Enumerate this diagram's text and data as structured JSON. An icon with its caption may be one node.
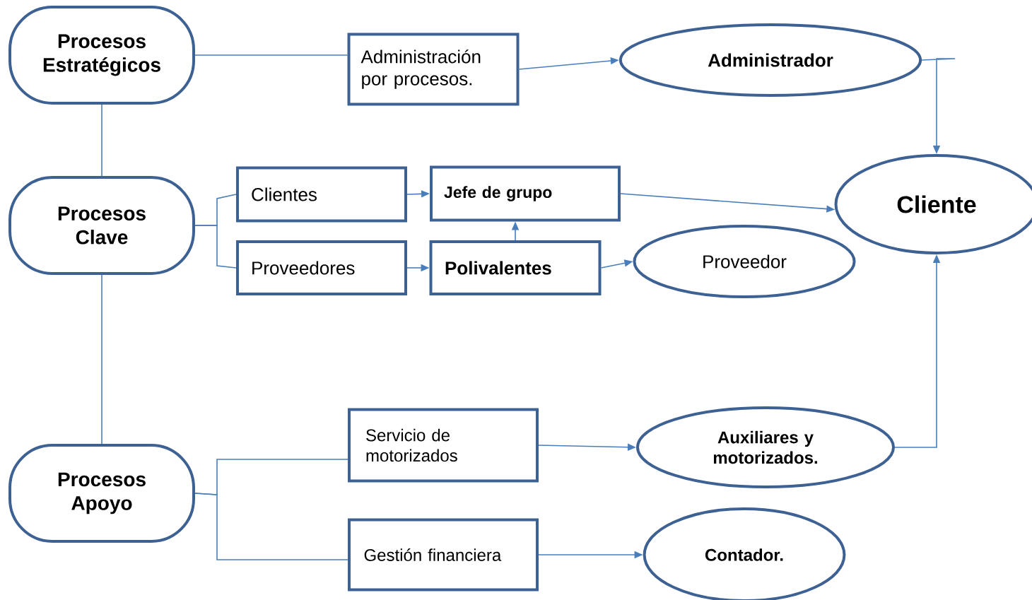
{
  "diagram": {
    "nodes": [
      {
        "text": [
          "Procesos Estratégicos"
        ]
      },
      {
        "text": [
          "Procesos Clave"
        ]
      },
      {
        "text": [
          "Procesos Apoyo"
        ]
      },
      {
        "text": [
          "Administración por procesos."
        ]
      },
      {
        "text": [
          "Administrador"
        ]
      },
      {
        "text": [
          "Clientes"
        ]
      },
      {
        "text": [
          "Jefe de grupo"
        ]
      },
      {
        "text": [
          "Proveedores"
        ]
      },
      {
        "text": [
          "Polivalentes"
        ]
      },
      {
        "text": [
          "Cliente"
        ]
      },
      {
        "text": [
          "Proveedor"
        ]
      },
      {
        "text": [
          "Servicio de motorizados"
        ]
      },
      {
        "text": [
          "Auxiliares y motorizados."
        ]
      },
      {
        "text": [
          "Gestión financiera"
        ]
      },
      {
        "text": [
          "Contador."
        ]
      }
    ],
    "edges": [
      {
        "from": 0,
        "to": 3,
        "arrow": "none"
      },
      {
        "from": 3,
        "to": 4,
        "arrow": "to"
      },
      {
        "from": 4,
        "to": 9,
        "arrow": "to"
      },
      {
        "from": 0,
        "to": 1,
        "arrow": "none"
      },
      {
        "from": 1,
        "to": 2,
        "arrow": "none"
      },
      {
        "from": 1,
        "to": 5,
        "arrow": "none"
      },
      {
        "from": 1,
        "to": 7,
        "arrow": "none"
      },
      {
        "from": 5,
        "to": 6,
        "arrow": "to"
      },
      {
        "from": 7,
        "to": 8,
        "arrow": "to"
      },
      {
        "from": 8,
        "to": 6,
        "arrow": "to"
      },
      {
        "from": 6,
        "to": 9,
        "arrow": "to"
      },
      {
        "from": 8,
        "to": 10,
        "arrow": "to"
      },
      {
        "from": 2,
        "to": 11,
        "arrow": "none"
      },
      {
        "from": 2,
        "to": 13,
        "arrow": "none"
      },
      {
        "from": 11,
        "to": 12,
        "arrow": "to"
      },
      {
        "from": 13,
        "to": 14,
        "arrow": "to"
      },
      {
        "from": 12,
        "to": 9,
        "arrow": "to"
      }
    ]
  }
}
